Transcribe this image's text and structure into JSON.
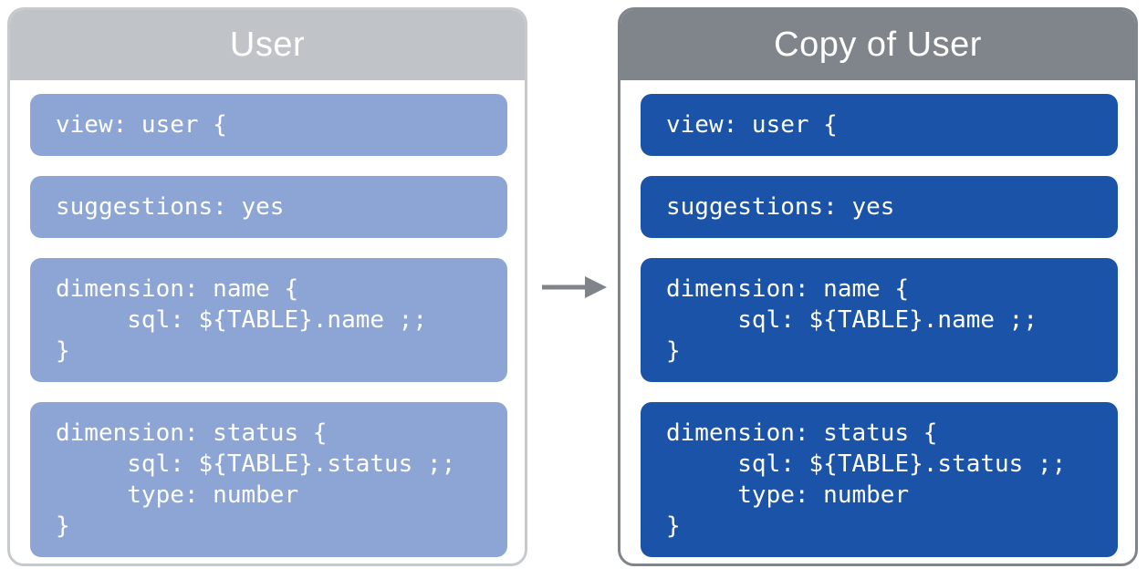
{
  "panels": [
    {
      "title": "User",
      "header_color": "#C0C4C8",
      "border_color": "#C7CACD",
      "block_color": "#8DA5D5",
      "text_color": "#FFFFFF",
      "blocks": [
        [
          "view: user {"
        ],
        [
          "suggestions: yes"
        ],
        [
          "dimension: name {",
          "     sql: ${TABLE}.name ;;",
          "}"
        ],
        [
          "dimension: status {",
          "     sql: ${TABLE}.status ;;",
          "     type: number",
          "}"
        ]
      ]
    },
    {
      "title": "Copy of User",
      "header_color": "#80858B",
      "border_color": "#80858B",
      "block_color": "#1A53A8",
      "text_color": "#FFFFFF",
      "blocks": [
        [
          "view: user {"
        ],
        [
          "suggestions: yes"
        ],
        [
          "dimension: name {",
          "     sql: ${TABLE}.name ;;",
          "}"
        ],
        [
          "dimension: status {",
          "     sql: ${TABLE}.status ;;",
          "     type: number",
          "}"
        ]
      ]
    }
  ],
  "arrow": {
    "name": "arrow-right",
    "color": "#7F848A"
  }
}
